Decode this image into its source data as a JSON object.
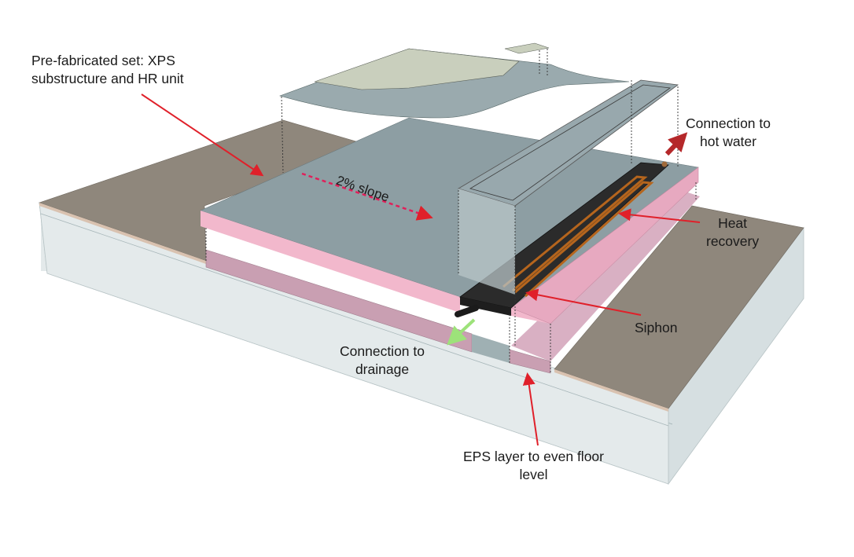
{
  "diagram": {
    "title": "Prefabricated shower floor with heat recovery unit — exploded isometric view",
    "labels": {
      "prefab_set": [
        "Pre-fabricated set: XPS",
        "substructure and HR unit"
      ],
      "hot_water": [
        "Connection to",
        "hot water"
      ],
      "heat_recovery": [
        "Heat",
        "recovery"
      ],
      "siphon": [
        "Siphon"
      ],
      "drainage": [
        "Connection to",
        "drainage"
      ],
      "eps_layer": [
        "EPS layer to even floor",
        "level"
      ],
      "slope": "2% slope"
    },
    "colors": {
      "floor_finish": "#8f877c",
      "screed_side": "#e3e9ea",
      "xps_top": "#8d9ea3",
      "xps_side_pink": "#f2b8cc",
      "eps_pink": "#c79aae",
      "hr_unit": "#2b2b2b",
      "copper_pipe": "#b5651d",
      "tiles": "#c9cfbd",
      "arrow_red": "#e0202a",
      "arrow_green": "#9de27a",
      "arrow_darkred": "#b5282a"
    },
    "annotations": [
      {
        "id": "prefab_set",
        "points_to": "XPS substructure slab",
        "arrow": "red"
      },
      {
        "id": "hot_water",
        "points_to": "hot water outlet",
        "arrow": "darkred"
      },
      {
        "id": "heat_recovery",
        "points_to": "HR unit copper coil",
        "arrow": "red"
      },
      {
        "id": "siphon",
        "points_to": "siphon at drain end",
        "arrow": "red"
      },
      {
        "id": "drainage",
        "points_to": "drain pipe outlet",
        "arrow": "green"
      },
      {
        "id": "eps_layer",
        "points_to": "EPS levelling layer",
        "arrow": "red"
      },
      {
        "id": "slope",
        "points_to": "slope direction of XPS slab",
        "arrow": "red-dashed"
      }
    ]
  }
}
